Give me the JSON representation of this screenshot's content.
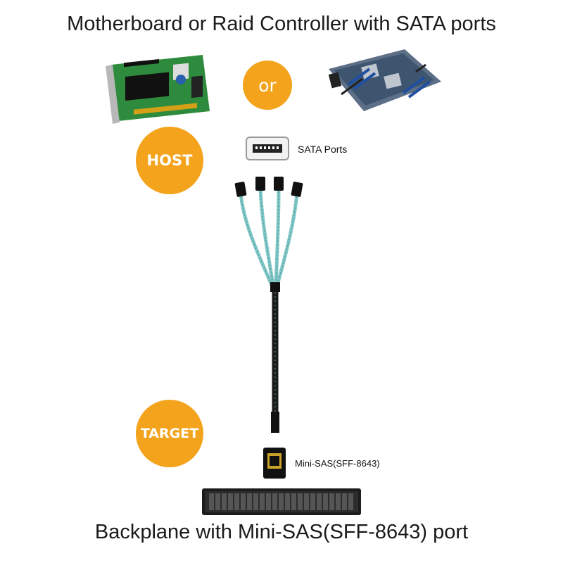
{
  "header": {
    "title": "Motherboard or Raid Controller with SATA ports"
  },
  "badges": {
    "or": "or",
    "host": "HOST",
    "target": "TARGET"
  },
  "labels": {
    "sata_ports": "SATA Ports",
    "mini_sas": "Mini-SAS(SFF-8643)"
  },
  "footer": {
    "title": "Backplane with Mini-SAS(SFF-8643) port"
  },
  "colors": {
    "badge": "#f4a41c",
    "cable_sata": "#7fc7c7",
    "cable_main": "#1a1a1a",
    "pcb_green": "#2e8b3d",
    "board_blue": "#1f4fa0"
  },
  "icons": [
    "raid-controller-card-image",
    "motherboard-image",
    "sata-port-icon",
    "sata-connector-icon",
    "mini-sas-connector-icon",
    "server-backplane-image"
  ]
}
